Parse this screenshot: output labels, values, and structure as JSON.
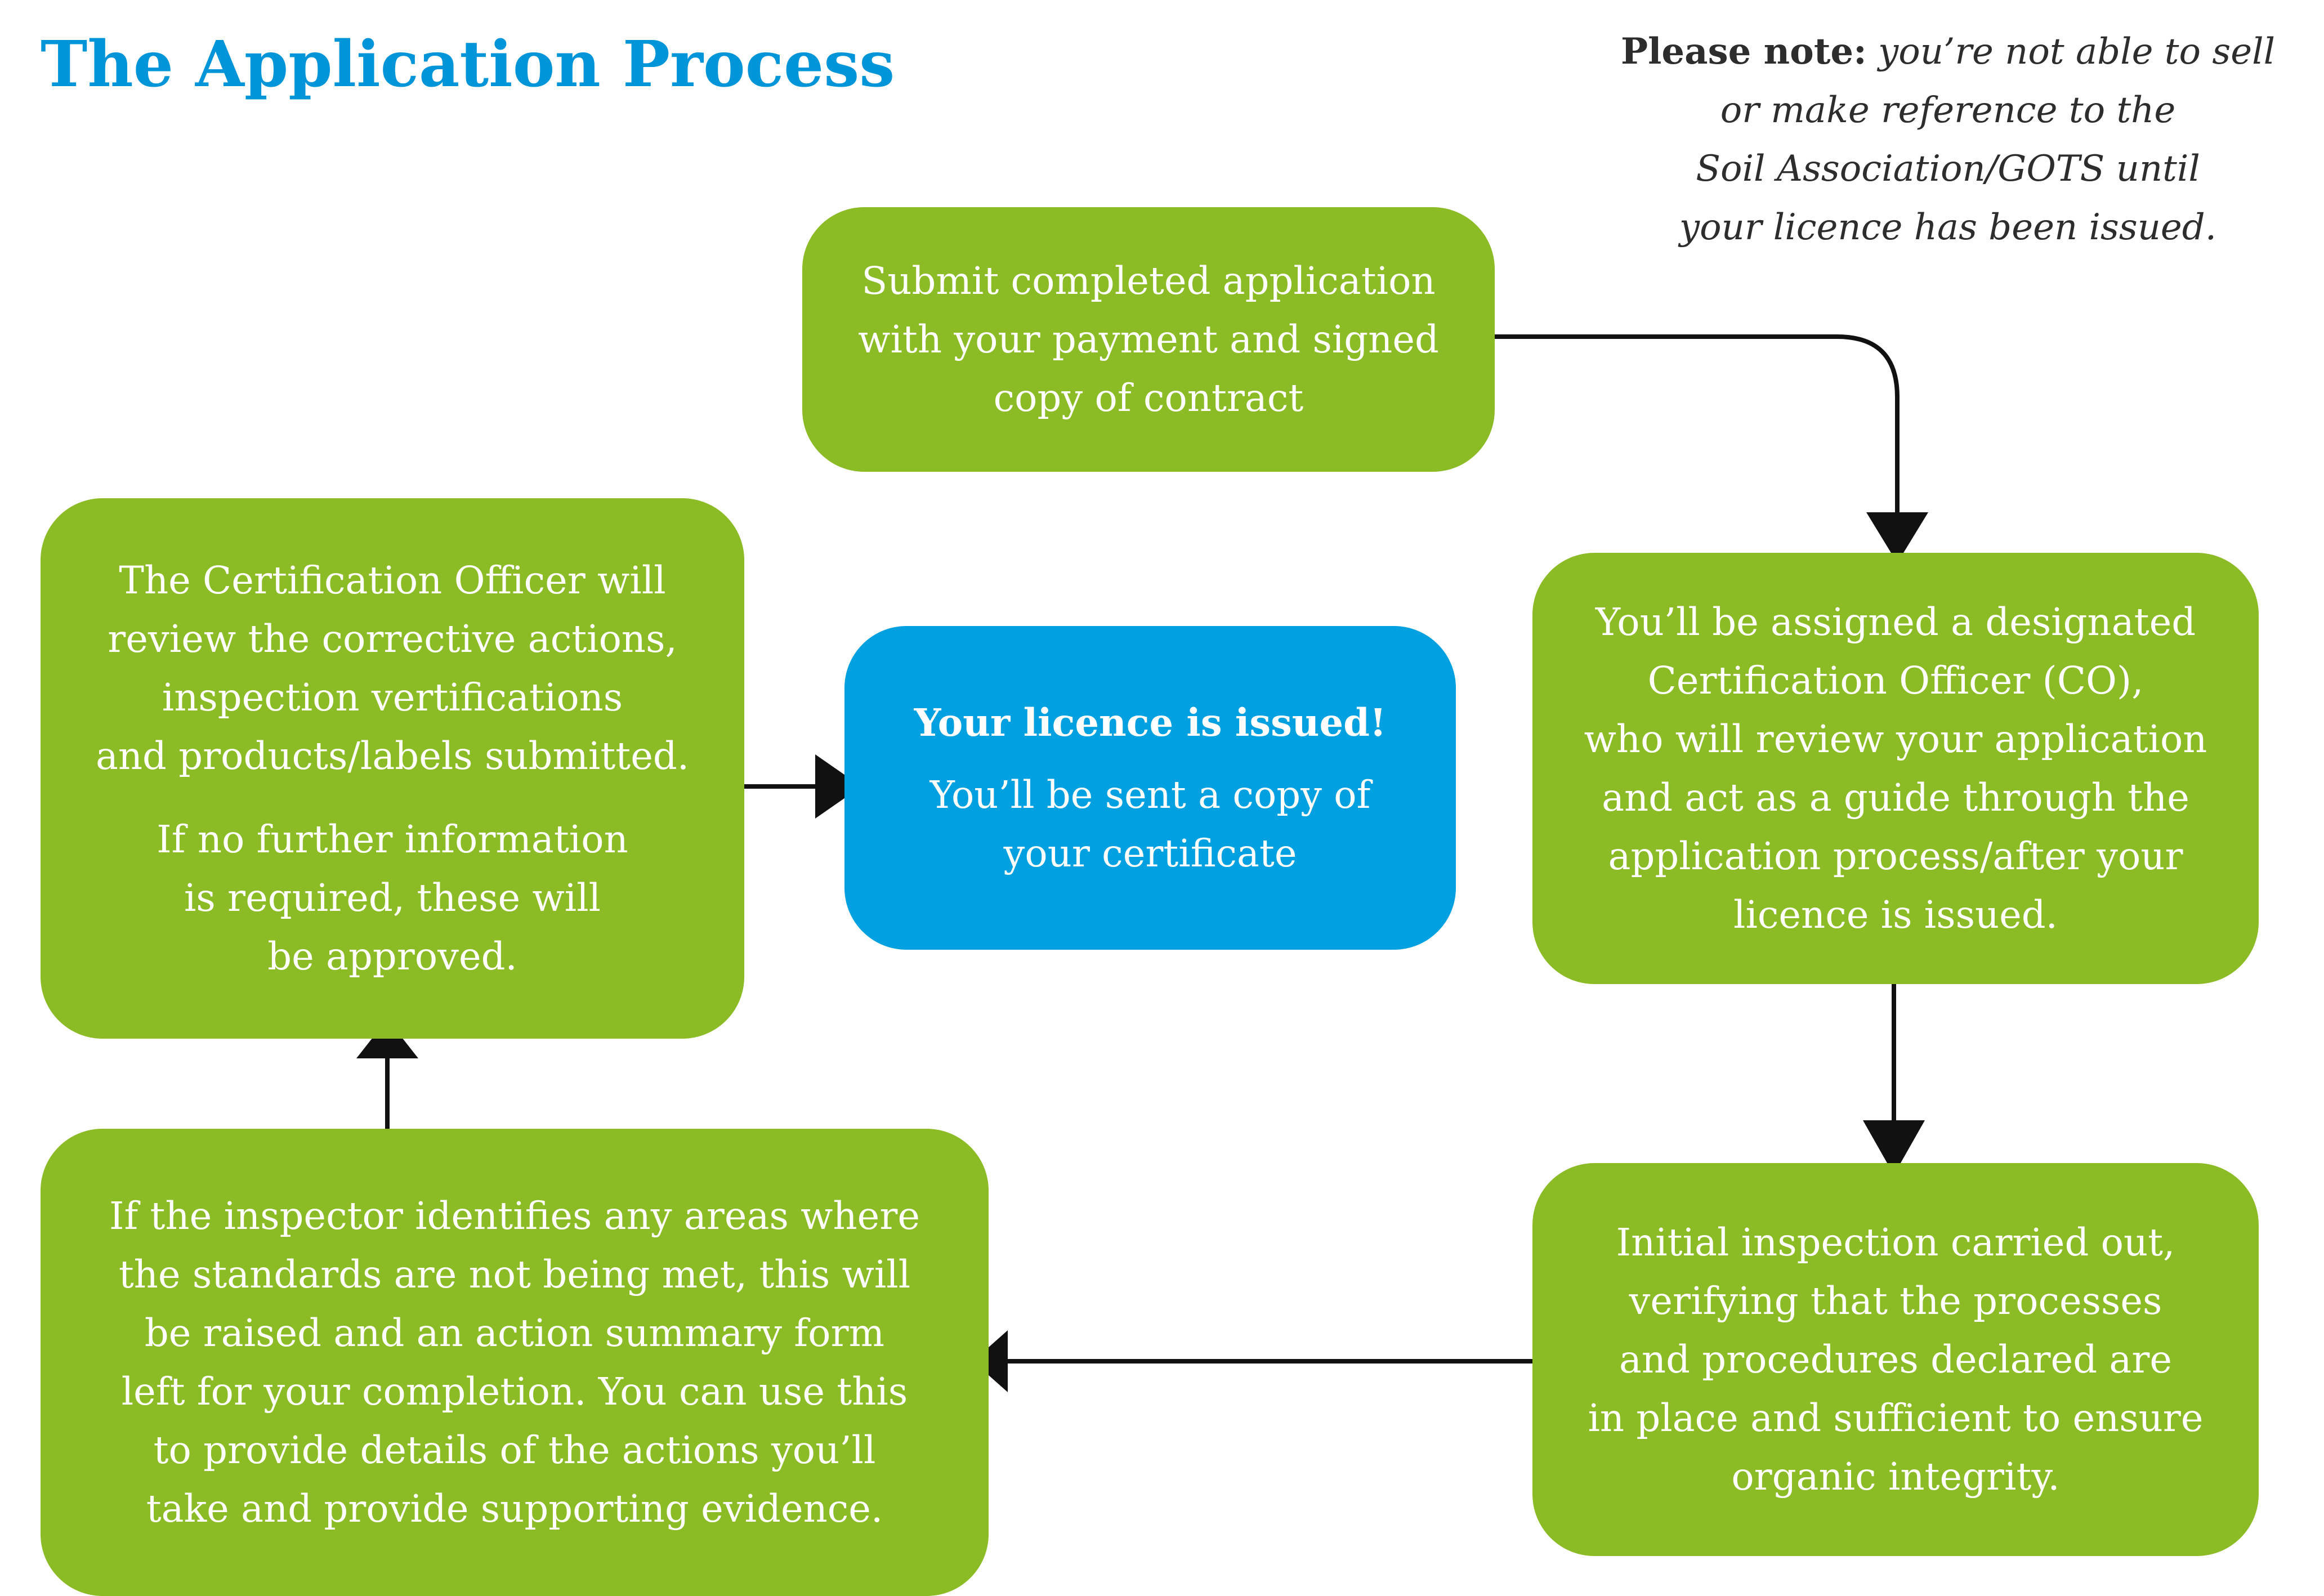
{
  "title": "The Application Process",
  "note": {
    "lead": "Please note:",
    "lines": [
      "you’re not able to sell",
      "or make reference to the",
      "Soil Association/GOTS until",
      "your licence has been issued."
    ]
  },
  "steps": {
    "submit": {
      "lines": [
        "Submit completed application",
        "with your payment and signed",
        "copy of contract"
      ]
    },
    "assign": {
      "lines": [
        "You’ll be assigned a designated",
        "Certification Officer (CO),",
        "who will review your application",
        "and act as a guide through the",
        "application process/after your",
        "licence is issued."
      ]
    },
    "inspection": {
      "lines": [
        "Initial inspection carried out,",
        "verifying that the processes",
        "and procedures declared are",
        "in place and sufficient to ensure",
        "organic integrity."
      ]
    },
    "corrective": {
      "lines": [
        "If the inspector identifies any areas where",
        "the standards are not being met, this will",
        "be raised and an action summary form",
        "left for your completion. You can use this",
        "to provide details of the actions you’ll",
        "take and provide supporting evidence."
      ]
    },
    "review": {
      "para1": [
        "The Certification Officer will",
        "review the corrective actions,",
        "inspection vertifications",
        "and products/labels submitted."
      ],
      "para2": [
        "If no further information",
        "is required, these will",
        "be approved."
      ]
    },
    "issued": {
      "heading": "Your licence is issued!",
      "lines": [
        "You’ll be sent a copy of",
        "your certificate"
      ]
    }
  },
  "colors": {
    "title": "#0095d9",
    "green": "#8bbb25",
    "blue": "#00a0e1",
    "arrow": "#111111",
    "note_text": "#2d2d2d"
  }
}
